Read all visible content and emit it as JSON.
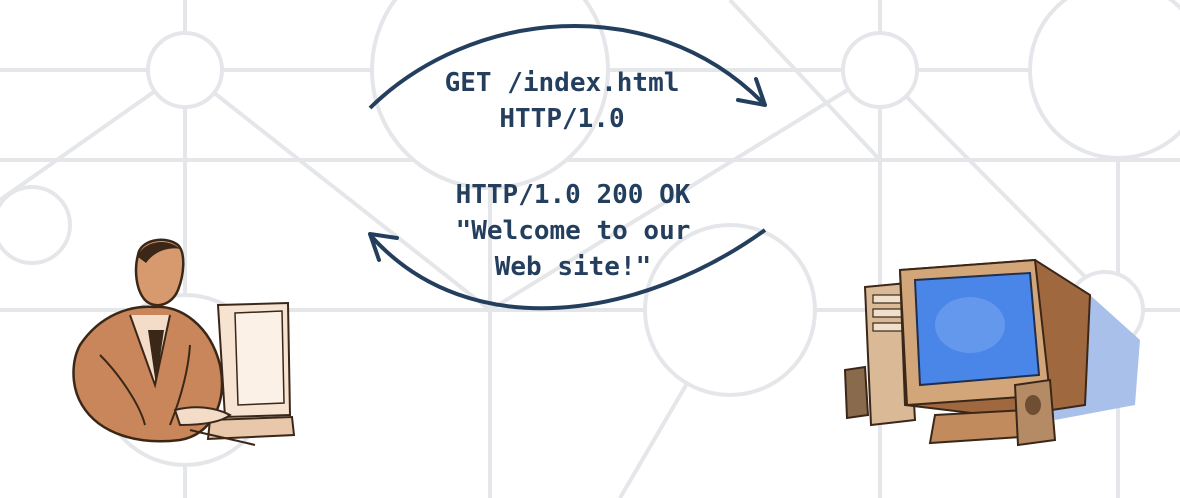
{
  "request": {
    "line1": "GET /index.html",
    "line2": "HTTP/1.0"
  },
  "response": {
    "line1": "HTTP/1.0 200 OK",
    "line2": "\"Welcome to our",
    "line3": "Web site!\""
  },
  "colors": {
    "arrow": "#243f5e",
    "text": "#243f5e",
    "background_lines": "#e4e6ea",
    "skin": "#c9865a",
    "screen": "#4a86e8",
    "monitor_shadow": "#a9c1ea"
  },
  "icons": {
    "client": "person-at-computer-icon",
    "server": "desktop-computer-icon",
    "request_arrow": "arrow-right-icon",
    "response_arrow": "arrow-left-icon"
  }
}
